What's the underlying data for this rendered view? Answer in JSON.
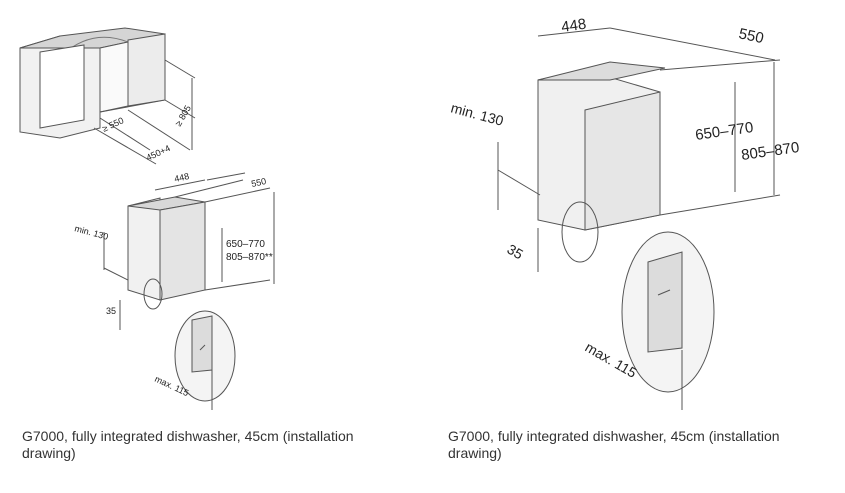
{
  "left": {
    "top_drawing": {
      "width": "450+4",
      "depth": "≥ 550",
      "height": "≥ 805"
    },
    "bottom_drawing": {
      "width": "448",
      "depth": "550",
      "clearance": "min. 130",
      "height_unit": "650–770",
      "height_niche": "805–870**",
      "foot": "35",
      "plinth": "max. 115"
    },
    "caption": "G7000, fully integrated dishwasher, 45cm (installation drawing)"
  },
  "right": {
    "width": "448",
    "depth": "550",
    "clearance": "min. 130",
    "height_unit": "650–770",
    "height_niche": "805–870",
    "foot": "35",
    "plinth": "max. 115",
    "caption": "G7000, fully integrated dishwasher, 45cm (installation drawing)"
  }
}
